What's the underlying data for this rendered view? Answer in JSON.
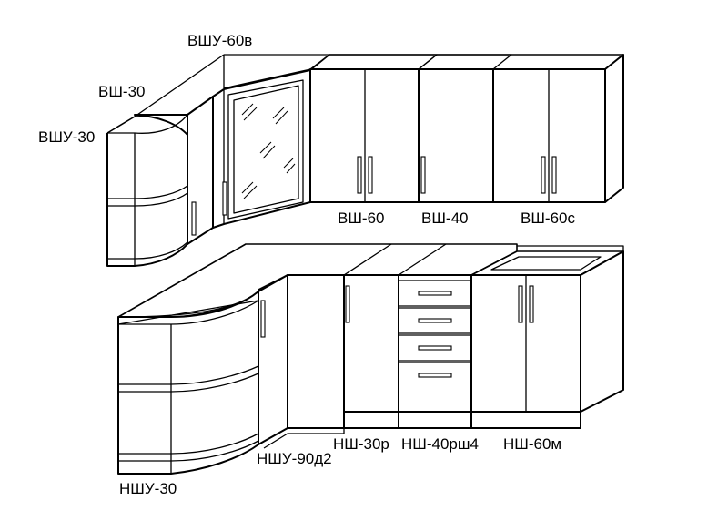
{
  "labels": {
    "vshu60v": "ВШУ-60в",
    "vsh30": "ВШ-30",
    "vshu30": "ВШУ-30",
    "vsh60": "ВШ-60",
    "vsh40": "ВШ-40",
    "vsh60s": "ВШ-60с",
    "nshu90d2": "НШУ-90д2",
    "nshu30": "НШУ-30",
    "nsh30r": "НШ-30р",
    "nsh40rsh4": "НШ-40рш4",
    "nsh60m": "НШ-60м"
  }
}
